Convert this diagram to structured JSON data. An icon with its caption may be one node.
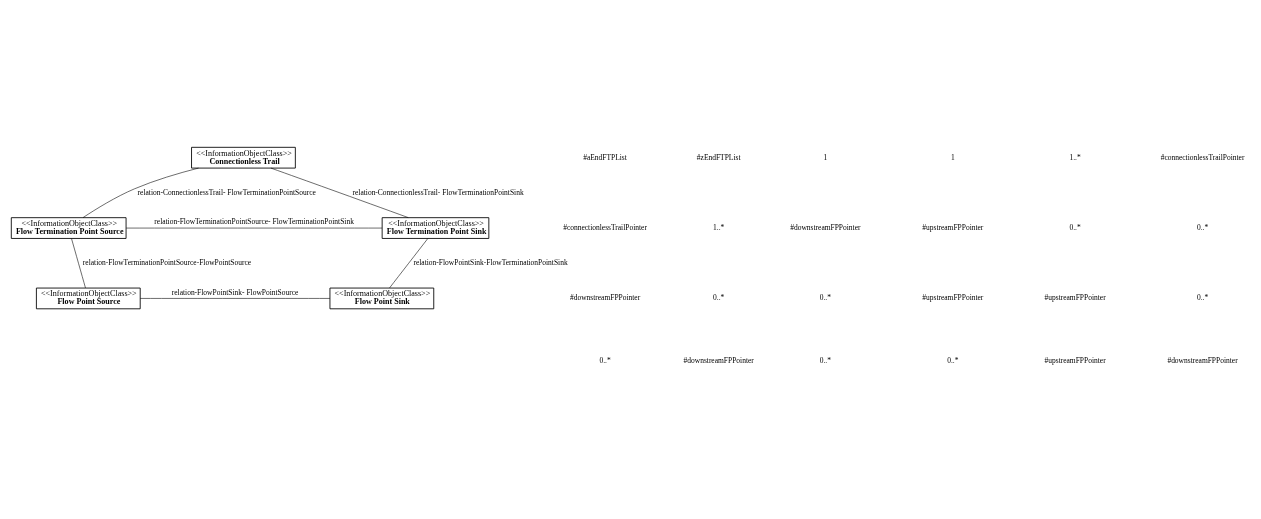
{
  "diagram": {
    "nodes": [
      {
        "text": [
          "<<InformationObjectClass>>",
          "Connectionless Trail"
        ]
      },
      {
        "text": [
          "<<InformationObjectClass>>",
          "Flow Termination Point Source"
        ]
      },
      {
        "text": [
          "<<InformationObjectClass>>",
          "Flow Termination Point Sink"
        ]
      },
      {
        "text": [
          "<<InformationObjectClass>>",
          "Flow Point Source"
        ]
      },
      {
        "text": [
          "<<InformationObjectClass>>",
          "Flow Point Sink"
        ]
      }
    ],
    "edges": [
      {
        "from": 0,
        "to": 1,
        "arrow": "none",
        "label": "relation-ConnectionlessTrail- FlowTerminationPointSource"
      },
      {
        "from": 0,
        "to": 2,
        "arrow": "none",
        "label": "relation-ConnectionlessTrail- FlowTerminationPointSink"
      },
      {
        "from": 1,
        "to": 2,
        "arrow": "none",
        "label": "relation-FlowTerminationPointSource- FlowTerminationPointSink"
      },
      {
        "from": 1,
        "to": 3,
        "arrow": "none",
        "label": "relation-FlowTerminationPointSource-FlowPointSource"
      },
      {
        "from": 2,
        "to": 4,
        "arrow": "none",
        "label": "relation-FlowPointSink-FlowTerminationPointSink"
      },
      {
        "from": 3,
        "to": 4,
        "arrow": "none",
        "label": "relation-FlowPointSink- FlowPointSource"
      }
    ],
    "labels": [
      "#aEndFTPList",
      "#zEndFTPList",
      "1",
      "1",
      "1..*",
      "#connectionlessTrailPointer",
      "#connectionlessTrailPointer",
      "1..*",
      "#downstreamFPPointer",
      "#upstreamFPPointer",
      "0..*",
      "0..*",
      "#downstreamFPPointer",
      "0..*",
      "0..*",
      "#upstreamFPPointer",
      "#upstreamFPPointer",
      "0..*",
      "0..*",
      "#downstreamFPPointer",
      "0..*",
      "0..*",
      "#upstreamFPPointer",
      "#downstreamFPPointer"
    ]
  }
}
